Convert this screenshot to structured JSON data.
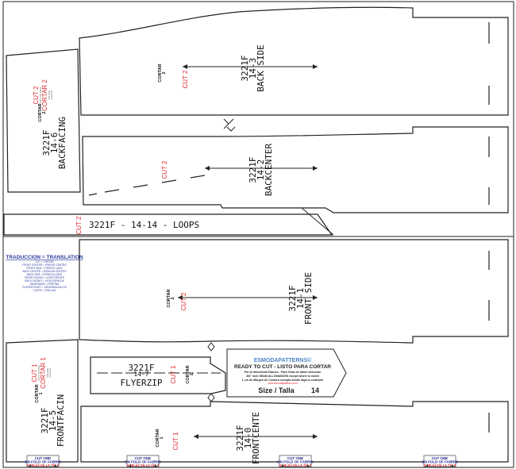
{
  "pieces": {
    "back_side": {
      "code": "3221F",
      "number": "14-3",
      "name": "BACK SIDE",
      "cut": "CUT 2",
      "cortar": "CORTAR",
      "cortar_qty": "2"
    },
    "back_facing": {
      "code": "3221F",
      "number": "14-6",
      "name": "BACKFACING",
      "cut": "CUT 2",
      "cortar_red": "CORTAR 2",
      "cortar": "CORTAR",
      "cortar_qty": "2",
      "cut_fine": "CUT 2 ON FOLD",
      "cut_fine2": "CUT ONE",
      "cut_fine3": "Contra Hi"
    },
    "back_center": {
      "code": "3221F",
      "number": "14-2",
      "name": "BACKCENTER",
      "cut": "CUT 2"
    },
    "loops": {
      "label": "3221F - 14-14 - LOOPS",
      "cut": "CUT 2"
    },
    "front_side": {
      "code": "3221F",
      "number": "14-1",
      "name": "FRONT SIDE",
      "cut": "CUT 2",
      "cortar": "CORTAR",
      "cortar_qty": "2"
    },
    "fly_zip": {
      "code": "3221F",
      "number": "14-7",
      "name": "FLYERZIP",
      "cut": "CUT 1",
      "cortar": "CORTAR",
      "cortar_qty": "1"
    },
    "front_facing": {
      "code": "3221F",
      "number": "14-5",
      "name": "FRONTFACIN",
      "cut": "CUT 1",
      "cortar_red": "CORTAR 1",
      "cortar": "CORTAR",
      "cortar_qty": "1",
      "cut_fine": "CUT 1 ON FOLD",
      "cut_fine2": "CUT ONE",
      "cut_fine3": "Contra Hi"
    },
    "front_center": {
      "code": "3221F",
      "number": "14-0",
      "name": "FRONTCENTE",
      "cut": "CUT 1",
      "cortar": "CORTAR",
      "cortar_qty": "1"
    }
  },
  "translation": {
    "title": "TRADUCCION = TRANSLATION",
    "lines": [
      "CUT = CORTAR",
      "FRONT CENTER = FRENTE CENTRO",
      "FRONT SIDE = FRENTE LADO",
      "BACK CENTER = ESPALDA CENTRO",
      "BACK SIDE = ESPALDA LADO",
      "FRONT FACING = VISTA FRENTE",
      "BACK FACING = VISTA ESPALDA",
      "WAISTBAND = PRETINA",
      "FLAPS/POCKET = TAPAS/BOLSILLOS",
      "LOOPS = TIRILLAS"
    ]
  },
  "label_block": {
    "brand": "ESMODAPATTERNS©",
    "ready": "READY TO CUT - LISTO PARA CORTAR",
    "directional": "For bi directional Fabrics - Para Telas de doble direccion",
    "seam": "3/8\" inch SEAM ALLOWANCES except where is noted",
    "seam_es": "1 cm de Margen de Costura excepto donde diga lo contrario",
    "web": "www.esmodapatterns.com",
    "size_label": "Size / Talla",
    "size_value": "14"
  },
  "fold_boxes": {
    "line1": "CUT ONE",
    "line2": "ON FOLD OF FABRIC",
    "line3": "DOBLEZ DE LA TELA"
  }
}
